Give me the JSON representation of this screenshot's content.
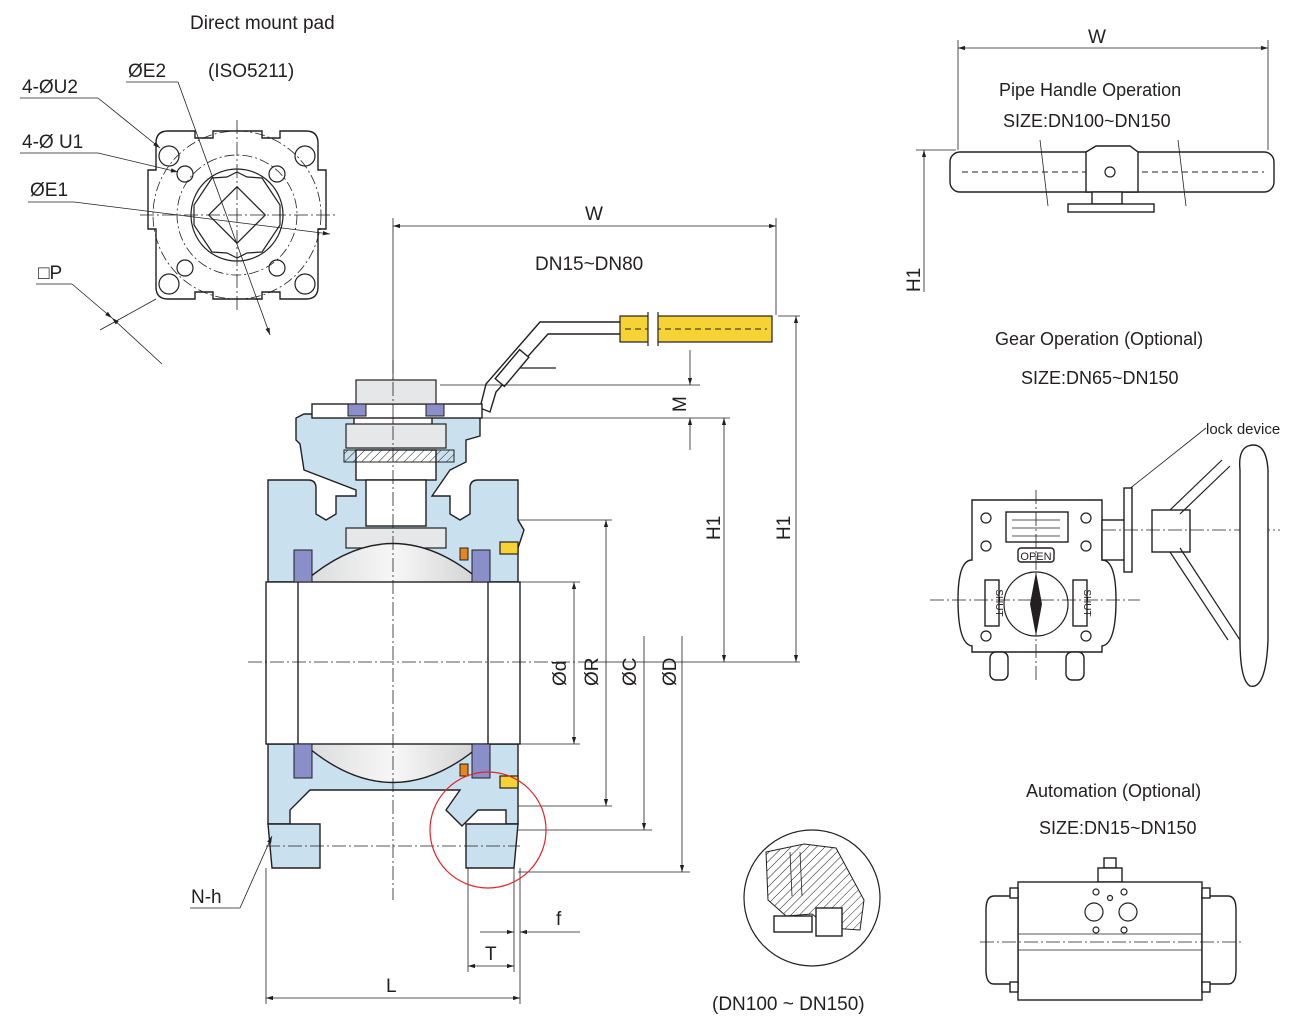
{
  "mount_pad": {
    "title": "Direct mount pad",
    "standard": "(ISO5211)",
    "labels": {
      "u2": "4-ØU2",
      "u1": "4-Ø U1",
      "e2": "ØE2",
      "e1": "ØE1",
      "p": "□P"
    }
  },
  "main_view": {
    "width_label": "W",
    "size_range": "DN15~DN80",
    "dims": {
      "m": "M",
      "h1_inner": "H1",
      "h1_outer": "H1",
      "d_bore": "Ød",
      "r": "ØR",
      "c": "ØC",
      "d_flange": "ØD",
      "nh": "N-h",
      "f": "f",
      "t": "T",
      "l": "L"
    },
    "detail_caption": "(DN100 ~ DN150)"
  },
  "pipe_handle": {
    "width_label": "W",
    "title": "Pipe Handle Operation",
    "size": "SIZE:DN100~DN150",
    "h1": "H1"
  },
  "gear": {
    "title": "Gear Operation  (Optional)",
    "size": "SIZE:DN65~DN150",
    "lock": "lock device",
    "open": "OPEN",
    "shut_left": "SHUT",
    "shut_right": "SHUT"
  },
  "automation": {
    "title": "Automation (Optional)",
    "size": "SIZE:DN15~DN150"
  },
  "colors": {
    "body": "#c9e1ee",
    "handle_sleeve": "#f5d335",
    "seat": "#8a8fc9",
    "detail_circle": "#e0242b",
    "accent": "#e8861c"
  }
}
